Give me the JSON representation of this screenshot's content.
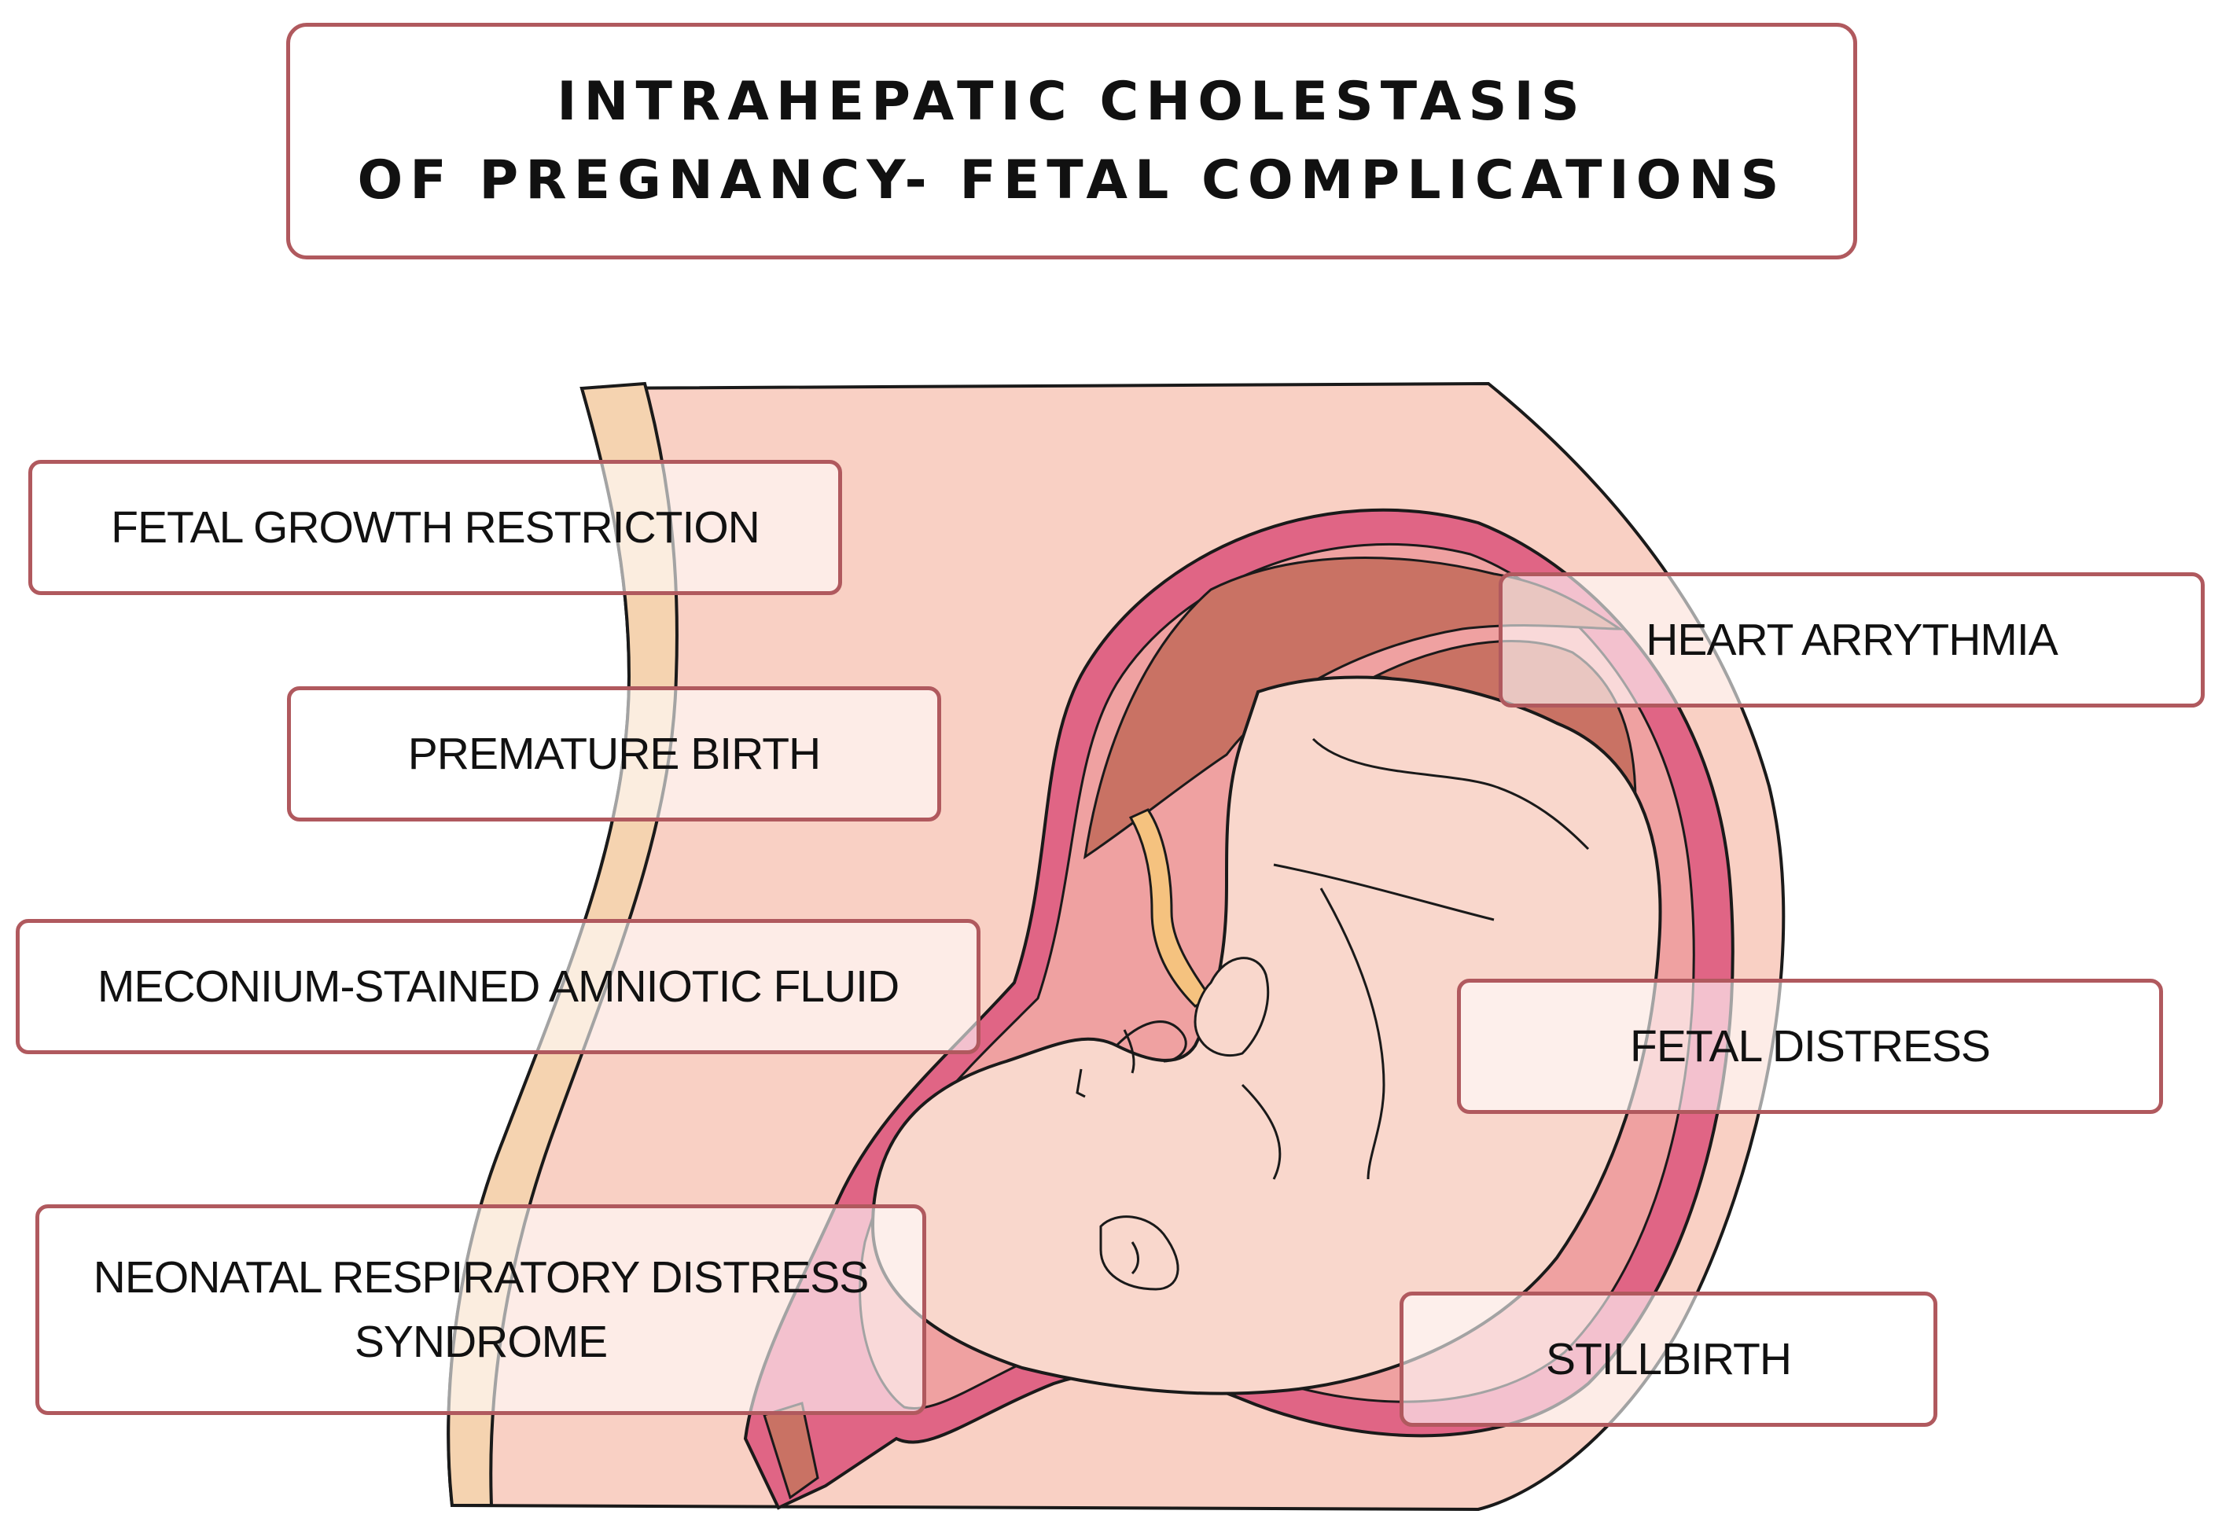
{
  "title": {
    "line1": "INTRAHEPATIC CHOLESTASIS",
    "line2": "OF PREGNANCY- FETAL COMPLICATIONS"
  },
  "complications": {
    "fetal_growth_restriction": "FETAL GROWTH RESTRICTION",
    "premature_birth": "PREMATURE BIRTH",
    "meconium_stained_amniotic_fluid": "MECONIUM-STAINED AMNIOTIC FLUID",
    "neonatal_respiratory_distress_syndrome": "NEONATAL RESPIRATORY DISTRESS\nSYNDROME",
    "heart_arrythmia": "HEART ARRYTHMIA",
    "fetal_distress": "FETAL DISTRESS",
    "stillbirth": "STILLBIRTH"
  },
  "colors": {
    "box_border": "#b0595e",
    "skin": "#f8d5c9",
    "abdomen": "#f9d0c4",
    "spine": "#f5d3b0",
    "uterus_wall": "#e06585",
    "placenta": "#c97264",
    "amniotic": "#efa1a1",
    "umbilical_cord": "#f5c27f"
  }
}
